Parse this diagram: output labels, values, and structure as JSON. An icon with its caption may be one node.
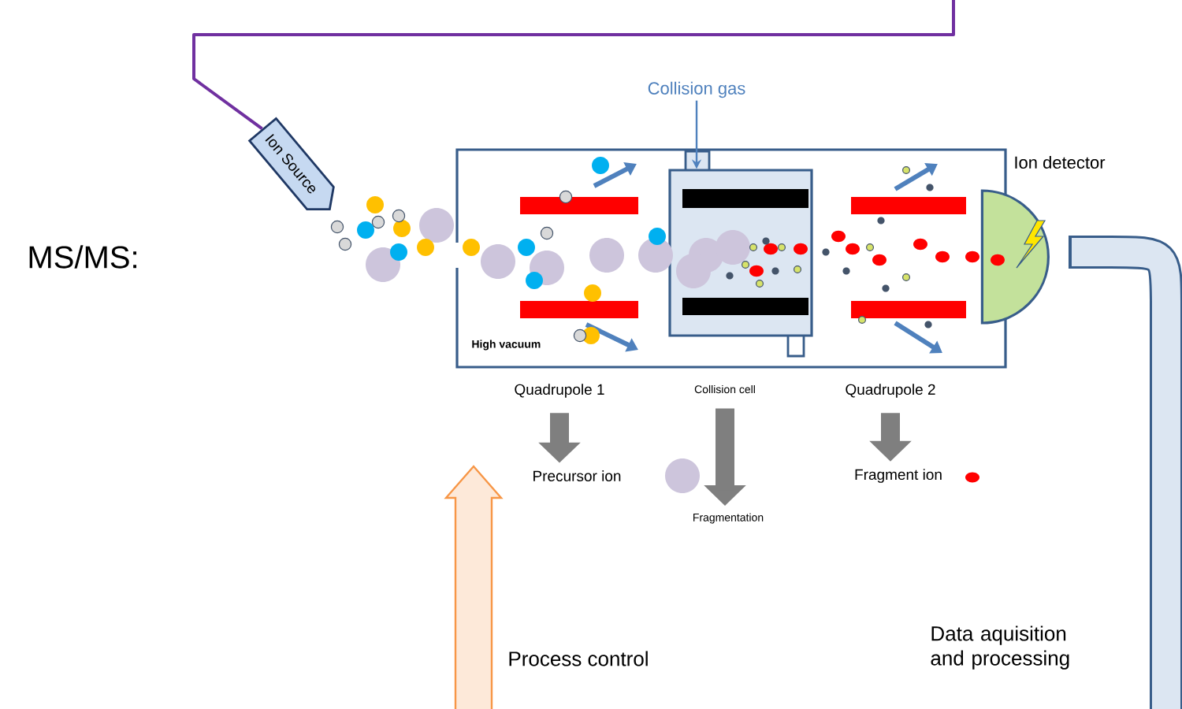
{
  "diagram": {
    "nodes": [
      {
        "text": [
          "Ion Source"
        ]
      },
      {
        "text": [
          "High vacuum"
        ]
      },
      {
        "text": [],
        "shape": "box",
        "in": 1
      },
      {
        "text": [
          "Ion detector"
        ]
      },
      {
        "text": [
          "Collision gas"
        ]
      },
      {
        "text": [
          "Quadrupole 1"
        ]
      },
      {
        "text": [
          "Collision cell"
        ]
      },
      {
        "text": [
          "Quadrupole 2"
        ]
      },
      {
        "text": [
          "Precursor ion"
        ]
      },
      {
        "text": [
          "Fragmentation"
        ]
      },
      {
        "text": [
          "Fragment ion"
        ]
      }
    ],
    "edges": [
      {
        "from": null,
        "to": 0,
        "arrow": "none",
        "color": "#7030a0"
      },
      {
        "from": 4,
        "to": 2,
        "arrow": "to",
        "color": "#4f81bd"
      },
      {
        "from": 5,
        "to": 8,
        "arrow": "to"
      },
      {
        "from": 6,
        "to": 9,
        "arrow": "to"
      },
      {
        "from": 7,
        "to": 10,
        "arrow": "to"
      }
    ],
    "labels": [
      "MS/MS:",
      "Process control",
      "Data aquisition and processing"
    ]
  }
}
